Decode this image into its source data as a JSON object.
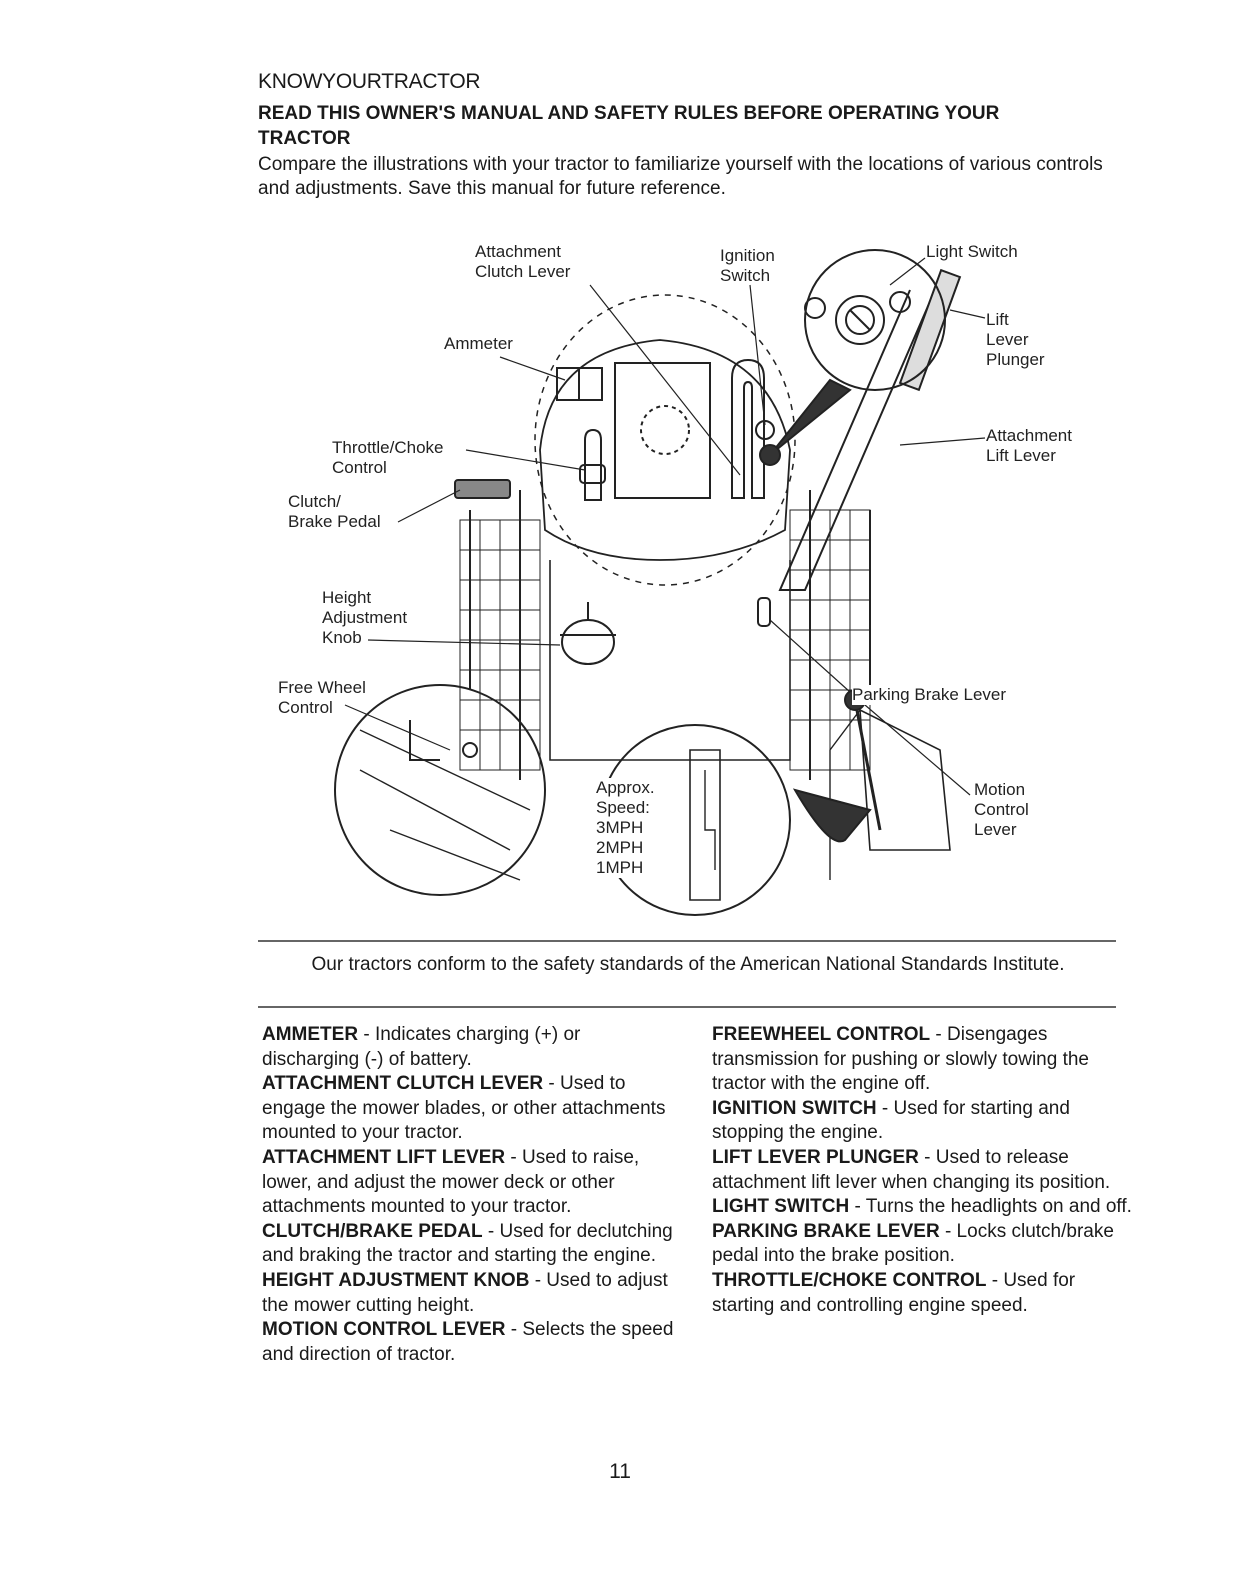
{
  "header": {
    "title": "KNOWYOURTRACTOR",
    "subtitle": "READ THIS OWNER'S MANUAL AND SAFETY RULES BEFORE OPERATING YOUR TRACTOR",
    "intro": "Compare the illustrations with your tractor to familiarize yourself with the locations of various controls and adjustments. Save this manual for future reference."
  },
  "diagram": {
    "labels": {
      "attachment_clutch_lever": "Attachment\nClutch Lever",
      "ignition_switch": "Ignition\nSwitch",
      "light_switch": "Light Switch",
      "lift_lever_plunger": "Lift\nLever\nPlunger",
      "ammeter": "Ammeter",
      "attachment_lift_lever": "Attachment\nLift Lever",
      "throttle_choke_control": "Throttle/Choke\nControl",
      "clutch_brake_pedal": "Clutch/\nBrake Pedal",
      "height_adjustment_knob": "Height\nAdjustment\nKnob",
      "free_wheel_control": "Free Wheel\nControl",
      "parking_brake_lever": "Parking Brake Lever",
      "approx_speed": "Approx.\nSpeed:\n3MPH\n2MPH\n1MPH",
      "motion_control_lever": "Motion\nControl\nLever"
    }
  },
  "standards_note": "Our tractors conform to the safety standards of the American National Standards Institute.",
  "definitions_left": [
    {
      "term": "AMMETER",
      "text": " - Indicates charging (+) or discharging (-) of battery."
    },
    {
      "term": "ATTACHMENT CLUTCH LEVER",
      "text": " - Used to engage the mower blades, or other attachments mounted to your tractor."
    },
    {
      "term": "ATTACHMENT LIFT LEVER",
      "text": " - Used to raise, lower, and adjust the mower deck or other attachments mounted to your tractor."
    },
    {
      "term": "CLUTCH/BRAKE PEDAL",
      "text": " - Used for declutching and braking the tractor and starting the engine."
    },
    {
      "term": "HEIGHT ADJUSTMENT KNOB",
      "text": " - Used to adjust the mower cutting height."
    },
    {
      "term": "MOTION CONTROL LEVER",
      "text": " - Selects the speed and direction of tractor."
    }
  ],
  "definitions_right": [
    {
      "term": "FREEWHEEL CONTROL",
      "text": " - Disengages transmission for pushing or slowly towing the tractor with the engine off."
    },
    {
      "term": "IGNITION SWITCH",
      "text": " - Used for starting and stopping the engine."
    },
    {
      "term": "LIFT LEVER PLUNGER",
      "text": " - Used to release attachment lift lever when changing its position."
    },
    {
      "term": "LIGHT SWITCH",
      "text": " - Turns the headlights on and off."
    },
    {
      "term": "PARKING BRAKE LEVER",
      "text": " - Locks clutch/brake pedal into the brake position."
    },
    {
      "term": "THROTTLE/CHOKE CONTROL",
      "text": " - Used for starting and controlling engine speed."
    }
  ],
  "page_number": "11"
}
